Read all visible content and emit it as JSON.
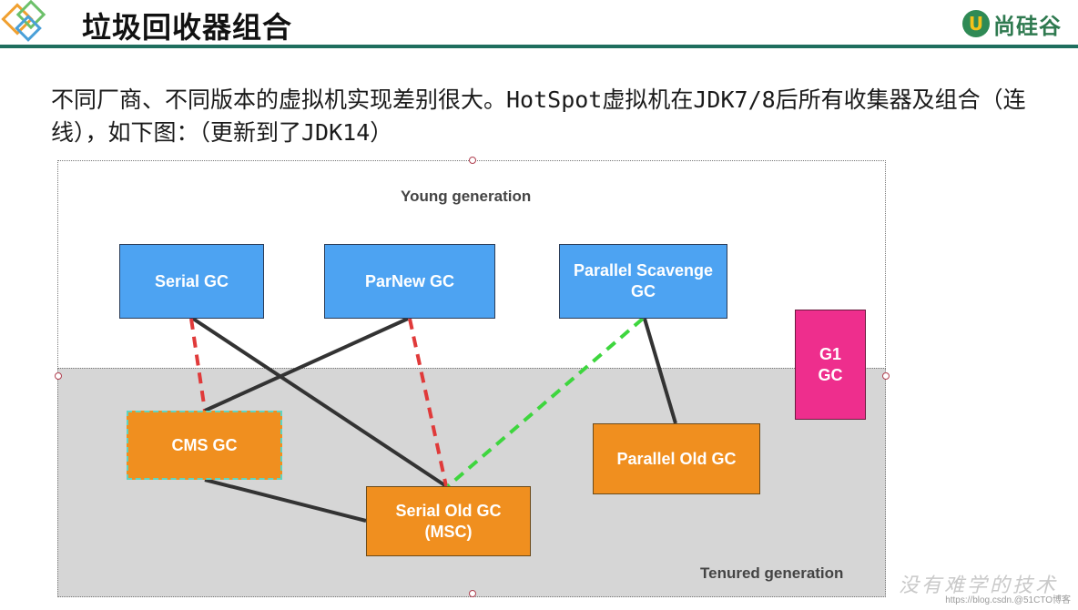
{
  "header": {
    "title": "垃圾回收器组合",
    "brand_mark": "U",
    "brand_name": "尚硅谷"
  },
  "intro": {
    "text": "不同厂商、不同版本的虚拟机实现差别很大。HotSpot虚拟机在JDK7/8后所有收集器及组合（连线），如下图：（更新到了JDK14）"
  },
  "diagram": {
    "young_label": "Young generation",
    "tenured_label": "Tenured generation",
    "collectors": {
      "serial": "Serial GC",
      "parnew": "ParNew GC",
      "parallel_scavenge": "Parallel Scavenge\nGC",
      "g1": "G1\nGC",
      "cms": "CMS GC",
      "serial_old": "Serial Old GC\n(MSC)",
      "parallel_old": "Parallel Old GC"
    },
    "links": [
      {
        "from": "Serial GC",
        "to": "Serial Old GC",
        "style": "solid",
        "color": "#333333"
      },
      {
        "from": "Serial GC",
        "to": "CMS GC",
        "style": "dashed",
        "color": "#e03a3a"
      },
      {
        "from": "ParNew GC",
        "to": "CMS GC",
        "style": "solid",
        "color": "#333333"
      },
      {
        "from": "ParNew GC",
        "to": "Serial Old GC",
        "style": "dashed",
        "color": "#e03a3a"
      },
      {
        "from": "Parallel Scavenge GC",
        "to": "Serial Old GC",
        "style": "dashed",
        "color": "#3ed63e"
      },
      {
        "from": "Parallel Scavenge GC",
        "to": "Parallel Old GC",
        "style": "solid",
        "color": "#333333"
      },
      {
        "from": "CMS GC",
        "to": "Serial Old GC",
        "style": "solid",
        "color": "#333333"
      }
    ],
    "colors": {
      "young_box": "#4da3f2",
      "old_box": "#f08f1f",
      "g1_box": "#ee2e8d",
      "tenured_bg": "#d6d6d6"
    }
  },
  "footer": {
    "watermark": "没有难学的技术",
    "source": "https://blog.csdn.@51CTO博客"
  }
}
